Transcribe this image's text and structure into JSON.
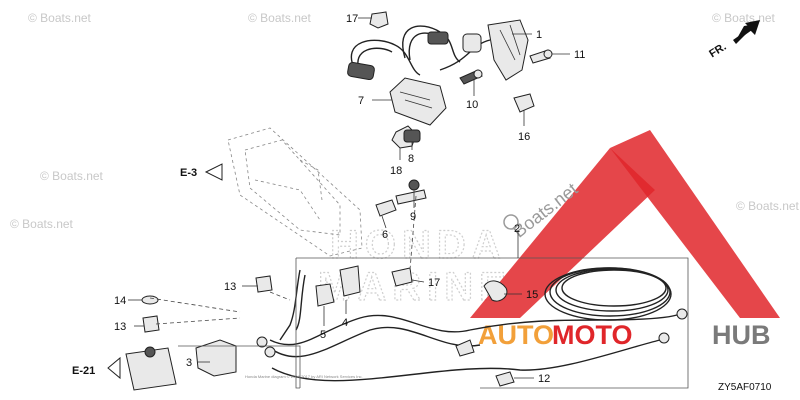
{
  "watermarks": {
    "boats_net": "© Boats.net",
    "boats_net_large": "Boats.net",
    "brand_honda": "HONDA",
    "brand_marine": "MARINE"
  },
  "logo": {
    "text_auto": "AUTO",
    "text_moto": "MOTO",
    "text_hub": "HUB",
    "color_red": "#e0262a",
    "color_orange": "#f2a03a",
    "color_gray": "#7a7a7a"
  },
  "direction_label": "FR.",
  "references": {
    "e3": "E-3",
    "e21": "E-21"
  },
  "callouts": [
    "1",
    "2",
    "3",
    "4",
    "5",
    "6",
    "7",
    "8",
    "9",
    "10",
    "11",
    "12",
    "13",
    "13",
    "14",
    "15",
    "16",
    "17",
    "17",
    "18"
  ],
  "diagram_code": "ZY5AF0710",
  "fine_print": "Honda Marine diagram © 2004-2017 by ARI Network Services Inc."
}
